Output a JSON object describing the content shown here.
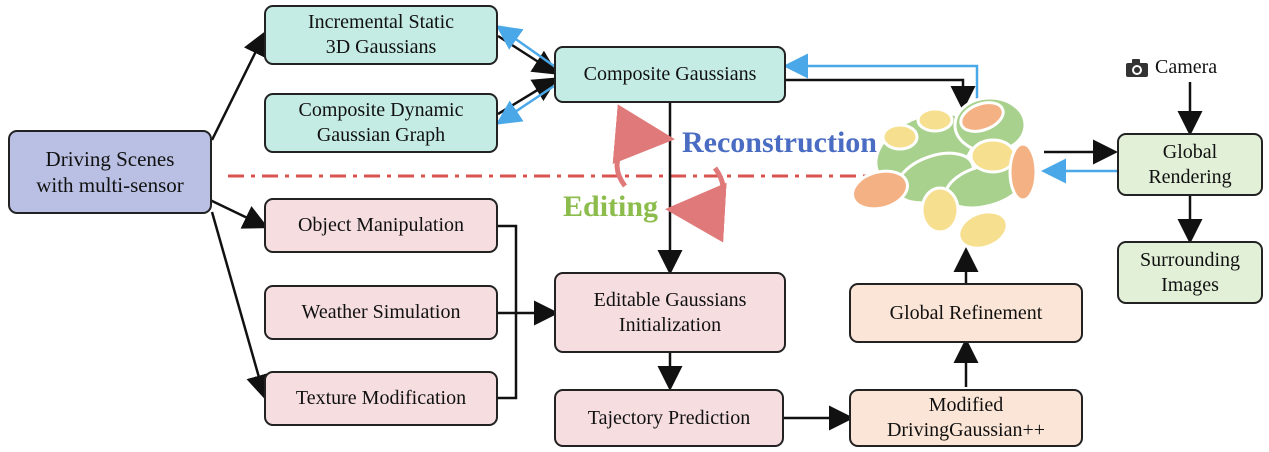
{
  "nodes": {
    "driving_scenes": "Driving Scenes\nwith multi-sensor",
    "incremental_static": "Incremental Static\n3D Gaussians",
    "composite_dynamic": "Composite Dynamic\nGaussian Graph",
    "composite_gaussians": "Composite Gaussians",
    "object_manipulation": "Object Manipulation",
    "weather_simulation": "Weather Simulation",
    "texture_modification": "Texture Modification",
    "editable_init": "Editable Gaussians\nInitialization",
    "trajectory_prediction": "Tajectory Prediction",
    "modified_dg": "Modified\nDrivingGaussian++",
    "global_refinement": "Global Refinement",
    "global_rendering": "Global\nRendering",
    "surrounding_images": "Surrounding\nImages"
  },
  "labels": {
    "reconstruction": "Reconstruction",
    "editing": "Editing",
    "camera": "Camera"
  },
  "colors": {
    "reconstruction": "#4a6cc2",
    "editing": "#8cbd4c",
    "divider": "#d9534f",
    "cycle_arrow": "#e07a7a",
    "feedback_arrow": "#4aa8e8",
    "teal": "#c4ebe4",
    "pink": "#f5dde0",
    "peach": "#fbe5d6",
    "green": "#e2f0d8",
    "blue": "#b9c0e3"
  },
  "icons": {
    "camera": "camera-icon",
    "gaussian_cluster": "gaussian-cluster-illustration"
  }
}
